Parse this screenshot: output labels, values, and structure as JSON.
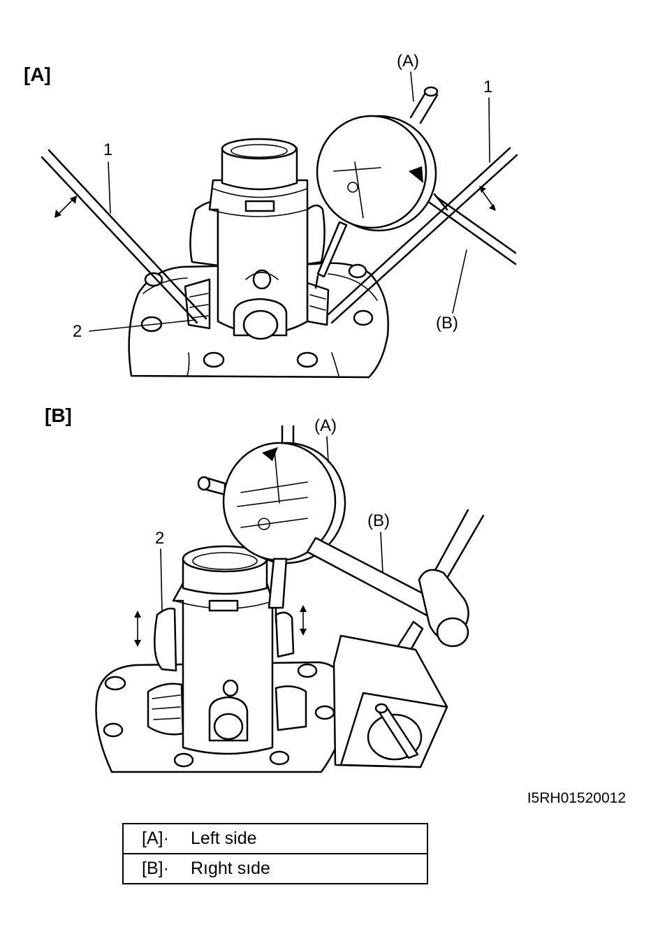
{
  "panels": {
    "a": {
      "tag": "[A]",
      "callouts": {
        "dial": "(A)",
        "stand": "(B)",
        "bar_left": "1",
        "bar_right": "1",
        "gear": "2"
      }
    },
    "b": {
      "tag": "[B]",
      "callouts": {
        "dial": "(A)",
        "stand": "(B)",
        "gear": "2"
      }
    }
  },
  "figure_code": "I5RH01520012",
  "legend": [
    {
      "key": "[A]·",
      "value": "Left side"
    },
    {
      "key": "[B]·",
      "value": "Rıght sıde"
    }
  ]
}
